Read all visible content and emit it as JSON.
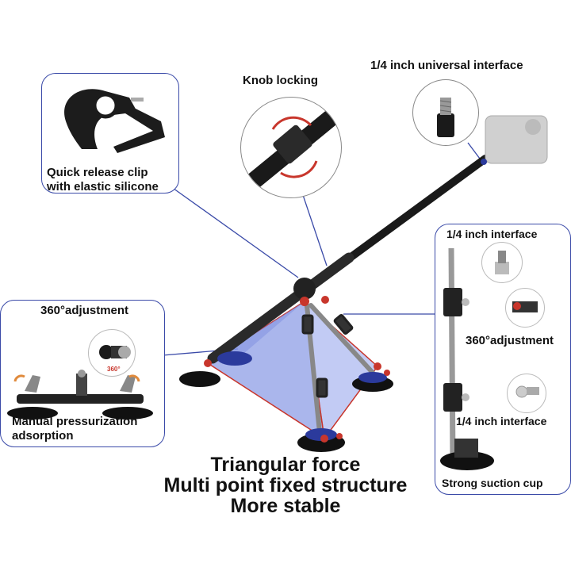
{
  "callouts": {
    "quick_release_line1": "Quick release clip",
    "quick_release_line2": "with elastic silicone",
    "knob_locking": "Knob locking",
    "universal_interface": "1/4 inch universal interface",
    "adjustment_left": "360°adjustment",
    "pressurization_line1": "Manual pressurization",
    "pressurization_line2": "adsorption",
    "badge_360": "360°"
  },
  "side_panel": {
    "interface_top": "1/4 inch interface",
    "adjustment": "360°adjustment",
    "interface_bottom": "1/4 inch interface",
    "suction_cup": "Strong suction cup"
  },
  "tagline": {
    "line1": "Triangular force",
    "line2": "Multi point fixed structure",
    "line3": "More stable"
  },
  "colors": {
    "frame_border": "#3a4aa8",
    "triangle_fill": "#8e9de6",
    "accent_red": "#c8362c",
    "mount_blue": "#2b3a9c",
    "pole": "#1a1a1a"
  }
}
